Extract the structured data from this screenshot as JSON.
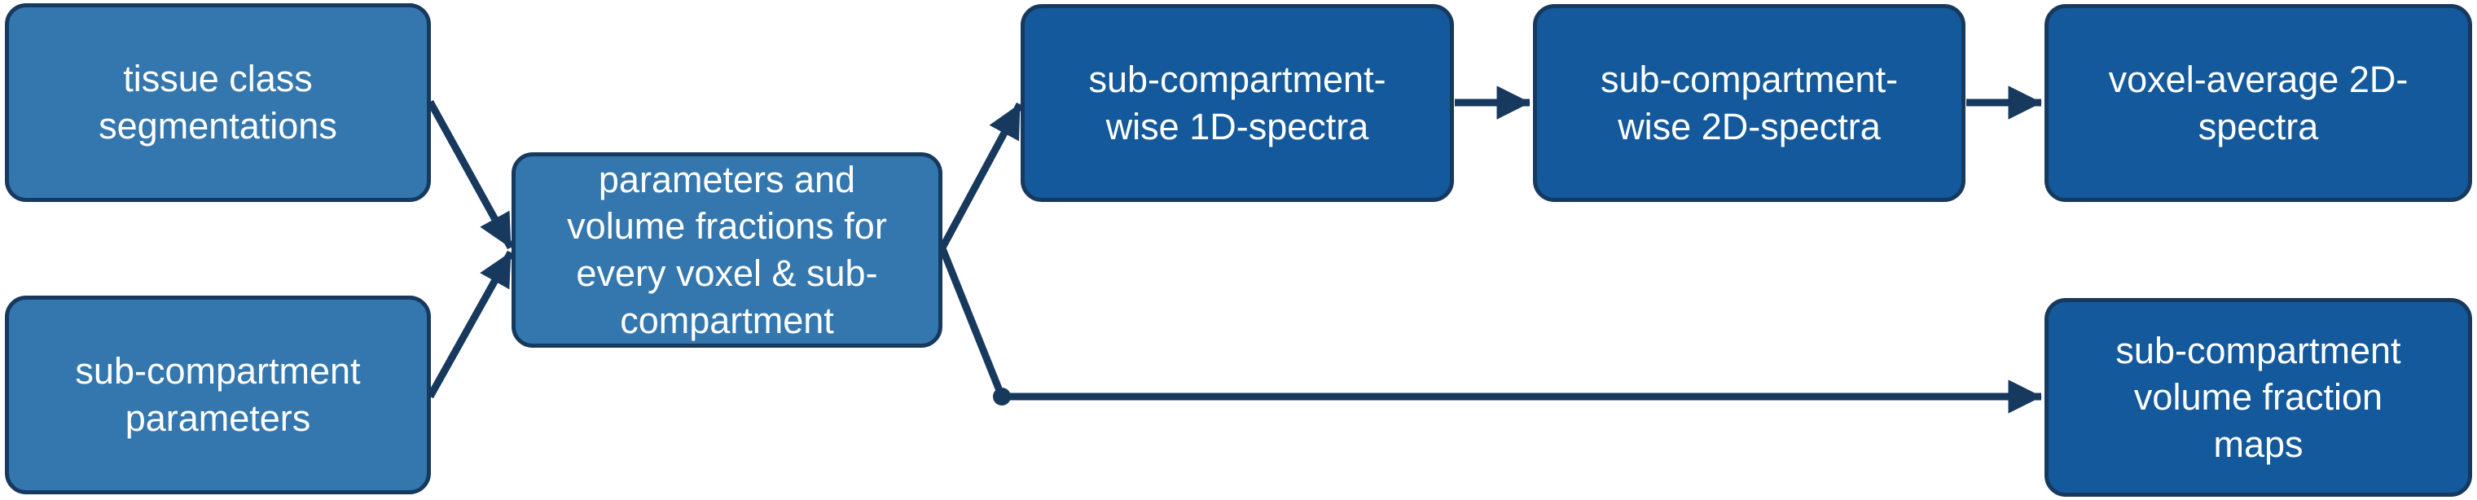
{
  "figure": {
    "type": "flow-diagram",
    "colors": {
      "node_fill_light": "#3477AE",
      "node_fill_dark": "#14599B",
      "node_border": "#17395E",
      "arrow": "#17395E",
      "text": "#FFFFFF",
      "background": "#FFFFFF"
    },
    "nodes": [
      {
        "id": "tissue-class-segmentations",
        "label": "tissue class segmentations",
        "lines": [
          "tissue class",
          "segmentations"
        ],
        "style": "light"
      },
      {
        "id": "sub-compartment-parameters",
        "label": "sub-compartment parameters",
        "lines": [
          "sub-compartment",
          "parameters"
        ],
        "style": "light"
      },
      {
        "id": "parameters-and-volume-fractions",
        "label": "parameters and volume fractions for every voxel & sub-compartment",
        "lines": [
          "parameters and",
          "volume fractions for",
          "every voxel & sub-",
          "compartment"
        ],
        "style": "light"
      },
      {
        "id": "sub-compartment-wise-1d-spectra",
        "label": "sub-compartment-wise 1D-spectra",
        "lines": [
          "sub-compartment-",
          "wise 1D-spectra"
        ],
        "style": "dark"
      },
      {
        "id": "sub-compartment-wise-2d-spectra",
        "label": "sub-compartment-wise 2D-spectra",
        "lines": [
          "sub-compartment-",
          "wise 2D-spectra"
        ],
        "style": "dark"
      },
      {
        "id": "voxel-average-2d-spectra",
        "label": "voxel-average 2D-spectra",
        "lines": [
          "voxel-average 2D-",
          "spectra"
        ],
        "style": "dark"
      },
      {
        "id": "sub-compartment-volume-fraction-maps",
        "label": "sub-compartment volume fraction maps",
        "lines": [
          "sub-compartment",
          "volume fraction",
          "maps"
        ],
        "style": "dark"
      }
    ],
    "edges": [
      {
        "from": "tissue-class-segmentations",
        "to": "parameters-and-volume-fractions"
      },
      {
        "from": "sub-compartment-parameters",
        "to": "parameters-and-volume-fractions"
      },
      {
        "from": "parameters-and-volume-fractions",
        "to": "sub-compartment-wise-1d-spectra"
      },
      {
        "from": "parameters-and-volume-fractions",
        "to": "sub-compartment-volume-fraction-maps"
      },
      {
        "from": "sub-compartment-wise-1d-spectra",
        "to": "sub-compartment-wise-2d-spectra"
      },
      {
        "from": "sub-compartment-wise-2d-spectra",
        "to": "voxel-average-2d-spectra"
      }
    ]
  }
}
